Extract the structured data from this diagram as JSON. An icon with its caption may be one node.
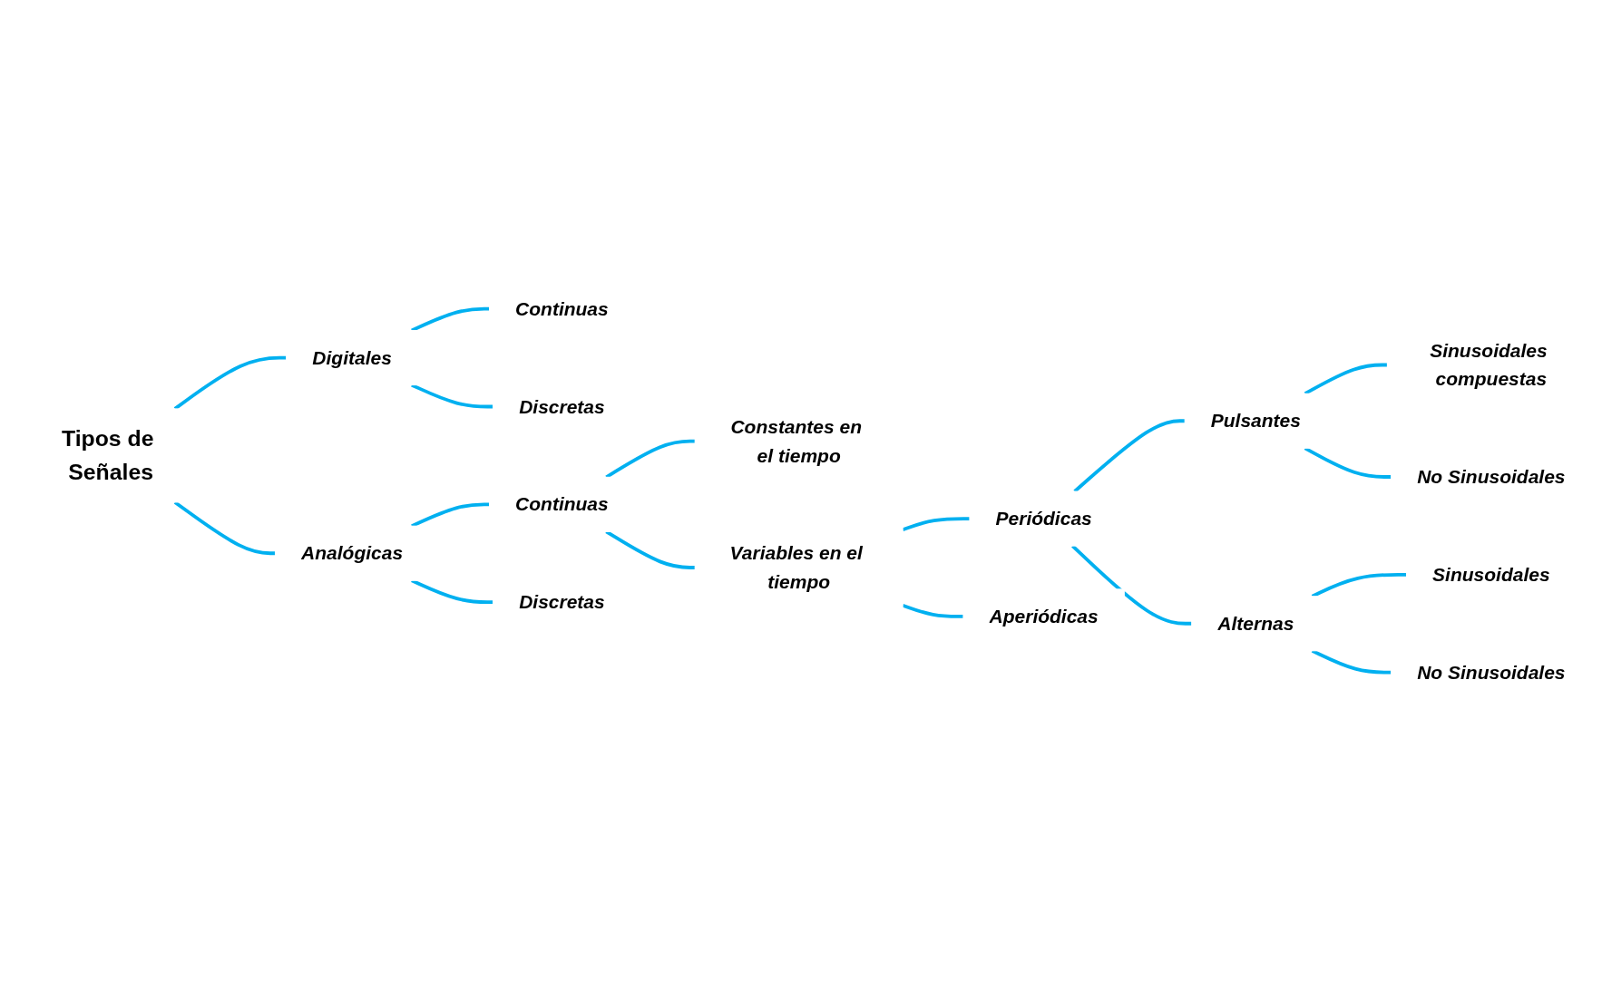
{
  "diagram": {
    "nodes": [
      {
        "text": [
          "Tipos de Señales"
        ]
      },
      {
        "text": [
          "Digitales"
        ]
      },
      {
        "text": [
          "Continuas"
        ]
      },
      {
        "text": [
          "Discretas"
        ]
      },
      {
        "text": [
          "Analógicas"
        ]
      },
      {
        "text": [
          "Continuas"
        ]
      },
      {
        "text": [
          "Discretas"
        ]
      },
      {
        "text": [
          "Constantes en el tiempo"
        ]
      },
      {
        "text": [
          "Variables en el tiempo"
        ]
      },
      {
        "text": [
          "Periódicas"
        ]
      },
      {
        "text": [
          "Aperiódicas"
        ]
      },
      {
        "text": [
          "Pulsantes"
        ]
      },
      {
        "text": [
          "Sinusoidales compuestas"
        ]
      },
      {
        "text": [
          "No Sinusoidales"
        ]
      },
      {
        "text": [
          "Alternas"
        ]
      },
      {
        "text": [
          "Sinusoidales"
        ]
      },
      {
        "text": [
          "No Sinusoidales"
        ]
      }
    ],
    "edges": [
      {
        "from": 0,
        "to": 1,
        "arrow": "none"
      },
      {
        "from": 0,
        "to": 4,
        "arrow": "none"
      },
      {
        "from": 1,
        "to": 2,
        "arrow": "none"
      },
      {
        "from": 1,
        "to": 3,
        "arrow": "none"
      },
      {
        "from": 4,
        "to": 5,
        "arrow": "none"
      },
      {
        "from": 4,
        "to": 6,
        "arrow": "none"
      },
      {
        "from": 5,
        "to": 7,
        "arrow": "none"
      },
      {
        "from": 5,
        "to": 8,
        "arrow": "none"
      },
      {
        "from": 8,
        "to": 9,
        "arrow": "none"
      },
      {
        "from": 8,
        "to": 10,
        "arrow": "none"
      },
      {
        "from": 9,
        "to": 11,
        "arrow": "none"
      },
      {
        "from": 9,
        "to": 14,
        "arrow": "none"
      },
      {
        "from": 11,
        "to": 12,
        "arrow": "none"
      },
      {
        "from": 11,
        "to": 13,
        "arrow": "none"
      },
      {
        "from": 14,
        "to": 15,
        "arrow": "none"
      },
      {
        "from": 14,
        "to": 16,
        "arrow": "none"
      }
    ]
  }
}
